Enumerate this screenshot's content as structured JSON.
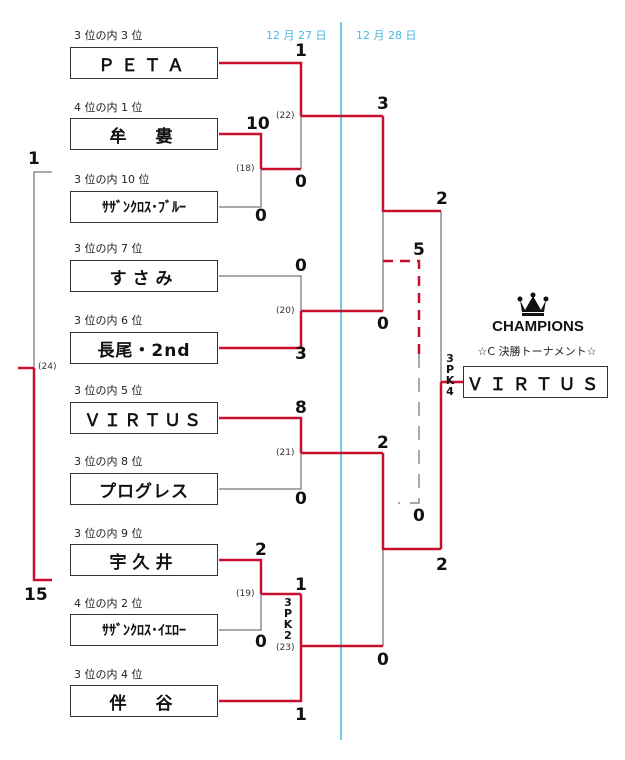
{
  "dates": {
    "day1": "12 月 27 日",
    "day2": "12 月 28 日"
  },
  "teams": [
    {
      "seed": "3 位の内 3 位",
      "name": "ＰＥＴＡ"
    },
    {
      "seed": "4 位の内 1 位",
      "name": "牟　婁"
    },
    {
      "seed": "3 位の内 10 位",
      "name": "ｻｻﾞﾝｸﾛｽ･ﾌﾞﾙｰ"
    },
    {
      "seed": "3 位の内 7 位",
      "name": "すさみ"
    },
    {
      "seed": "3 位の内 6 位",
      "name": "長尾・2nd"
    },
    {
      "seed": "3 位の内 5 位",
      "name": "ＶＩＲＴＵＳ"
    },
    {
      "seed": "3 位の内 8 位",
      "name": "プログレス"
    },
    {
      "seed": "3 位の内 9 位",
      "name": "宇久井"
    },
    {
      "seed": "4 位の内 2 位",
      "name": "ｻｻﾞﾝｸﾛｽ･ｲｴﾛｰ"
    },
    {
      "seed": "3 位の内 4 位",
      "name": "伴　谷"
    }
  ],
  "match_labels": {
    "m18": "(18)",
    "m19": "(19)",
    "m20": "(20)",
    "m21": "(21)",
    "m22": "(22)",
    "m23": "(23)",
    "m24": "(24)"
  },
  "scores": {
    "m18_top": "10",
    "m18_bottom": "0",
    "m22_top": "1",
    "m22_bottom": "0",
    "m20_top": "0",
    "m20_bottom": "3",
    "m21_top": "8",
    "m21_bottom": "0",
    "m19_top": "2",
    "m19_bottom": "0",
    "m23_top": "1",
    "m23_bottom": "1",
    "sf1_top": "3",
    "sf1_bottom": "0",
    "sf2_top": "2",
    "sf2_bottom": "0",
    "third_top": "5",
    "third_bottom": "0",
    "final_top": "2",
    "final_bottom": "2",
    "m24_top": "1",
    "m24_bottom": "15"
  },
  "pk_marks": {
    "m23": [
      "3",
      "P",
      "K",
      "2"
    ],
    "final": [
      "3",
      "P",
      "K",
      "4"
    ]
  },
  "champion": {
    "icon": "crown-icon",
    "title": "CHAMPIONS",
    "subtitle": "☆C 決勝トーナメント☆",
    "name": "ＶＩＲＴＵＳ"
  },
  "colors": {
    "win_line": "#c8102e",
    "normal_line": "#555555",
    "date_line": "#4ab8de"
  }
}
